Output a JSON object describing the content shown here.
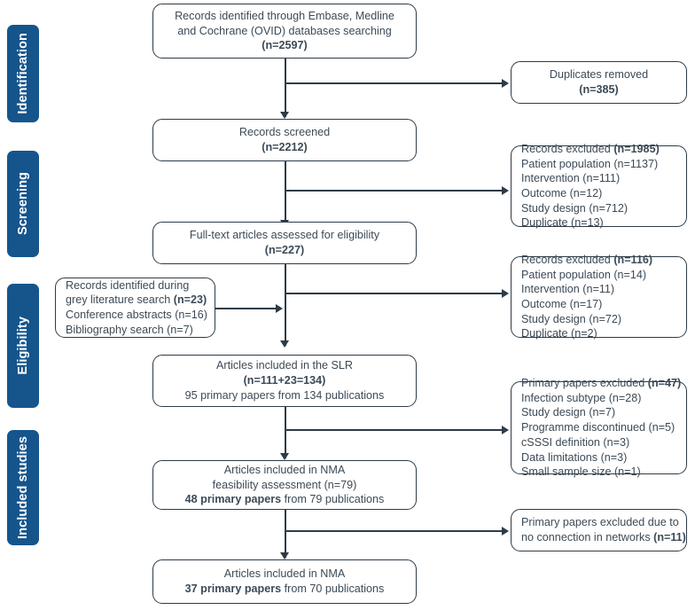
{
  "diagram": {
    "title": "PRISMA study selection flow diagram",
    "colors": {
      "stage_fill": "#15558c",
      "stage_text": "#ffffff",
      "box_border": "#2d3b47",
      "box_text": "#3c4a56",
      "connector": "#2d3b47",
      "background": "#ffffff"
    }
  },
  "stages": [
    {
      "label": "Identification"
    },
    {
      "label": "Screening"
    },
    {
      "label": "Eligibility"
    },
    {
      "label": "Included studies"
    }
  ],
  "main_flow": [
    {
      "name": "records-identified",
      "lines": [
        {
          "text": "Records identified through Embase, Medline",
          "bold": false
        },
        {
          "text": "and Cochrane (OVID) databases searching",
          "bold": false
        },
        {
          "text": "(n=2597)",
          "bold": true
        }
      ]
    },
    {
      "name": "records-screened",
      "lines": [
        {
          "text": "Records screened",
          "bold": false
        },
        {
          "text": "(n=2212)",
          "bold": true
        }
      ]
    },
    {
      "name": "full-text-assessed",
      "lines": [
        {
          "text": "Full-text articles assessed for eligibility",
          "bold": false
        },
        {
          "text": "(n=227)",
          "bold": true
        }
      ]
    },
    {
      "name": "articles-included-slr",
      "lines": [
        {
          "text": "Articles included in the SLR",
          "bold": false
        },
        {
          "text": "(n=111+23=134)",
          "bold": true
        },
        {
          "text": "95 primary papers from 134 publications",
          "bold": false
        }
      ]
    },
    {
      "name": "articles-included-nma-feasibility",
      "lines": [
        {
          "text": "Articles included in NMA",
          "bold": false
        },
        {
          "text": "feasibility assessment (n=79)",
          "bold": false
        },
        {
          "text_parts": [
            {
              "text": "48 primary papers",
              "bold": true
            },
            {
              "text": " from 79 publications",
              "bold": false
            }
          ]
        }
      ]
    },
    {
      "name": "articles-included-nma",
      "lines": [
        {
          "text": "Articles included in NMA",
          "bold": false
        },
        {
          "text_parts": [
            {
              "text": "37 primary papers",
              "bold": true
            },
            {
              "text": " from 70 publications",
              "bold": false
            }
          ]
        }
      ]
    }
  ],
  "side_boxes": {
    "duplicates_removed": {
      "name": "duplicates-removed",
      "lines": [
        {
          "text": "Duplicates removed",
          "bold": false
        },
        {
          "text": "(n=385)",
          "bold": true
        }
      ]
    },
    "records_excluded_screening": {
      "name": "records-excluded-screening",
      "lines": [
        {
          "text_parts": [
            {
              "text": "Records excluded ",
              "bold": false
            },
            {
              "text": "(n=1985)",
              "bold": true
            }
          ]
        },
        {
          "text": "Patient population (n=1137)",
          "bold": false
        },
        {
          "text": "Intervention (n=111)",
          "bold": false
        },
        {
          "text": "Outcome (n=12)",
          "bold": false
        },
        {
          "text": "Study design (n=712)",
          "bold": false
        },
        {
          "text": "Duplicate (n=13)",
          "bold": false
        }
      ]
    },
    "records_excluded_eligibility": {
      "name": "records-excluded-eligibility",
      "lines": [
        {
          "text_parts": [
            {
              "text": "Records excluded ",
              "bold": false
            },
            {
              "text": "(n=116)",
              "bold": true
            }
          ]
        },
        {
          "text": "Patient population (n=14)",
          "bold": false
        },
        {
          "text": "Intervention (n=11)",
          "bold": false
        },
        {
          "text": "Outcome (n=17)",
          "bold": false
        },
        {
          "text": "Study design (n=72)",
          "bold": false
        },
        {
          "text": "Duplicate (n=2)",
          "bold": false
        }
      ]
    },
    "primary_papers_excluded": {
      "name": "primary-papers-excluded",
      "lines": [
        {
          "text_parts": [
            {
              "text": "Primary papers excluded ",
              "bold": false
            },
            {
              "text": "(n=47)",
              "bold": true
            }
          ]
        },
        {
          "text": "Infection subtype (n=28)",
          "bold": false
        },
        {
          "text": "Study design (n=7)",
          "bold": false
        },
        {
          "text": "Programme discontinued (n=5)",
          "bold": false
        },
        {
          "text": "cSSSI definition (n=3)",
          "bold": false
        },
        {
          "text": "Data limitations (n=3)",
          "bold": false
        },
        {
          "text": "Small sample size (n=1)",
          "bold": false
        }
      ]
    },
    "no_connection_excluded": {
      "name": "no-connection-excluded",
      "lines": [
        {
          "text": "Primary papers excluded due to",
          "bold": false
        },
        {
          "text_parts": [
            {
              "text": "no connection in networks ",
              "bold": false
            },
            {
              "text": "(n=11)",
              "bold": true
            }
          ]
        }
      ]
    },
    "grey_literature": {
      "name": "grey-literature-records",
      "lines": [
        {
          "text": "Records identified during",
          "bold": false
        },
        {
          "text_parts": [
            {
              "text": "grey literature search ",
              "bold": false
            },
            {
              "text": "(n=23)",
              "bold": true
            }
          ]
        },
        {
          "text": "Conference abstracts (n=16)",
          "bold": false
        },
        {
          "text": "Bibliography search (n=7)",
          "bold": false
        }
      ]
    }
  }
}
